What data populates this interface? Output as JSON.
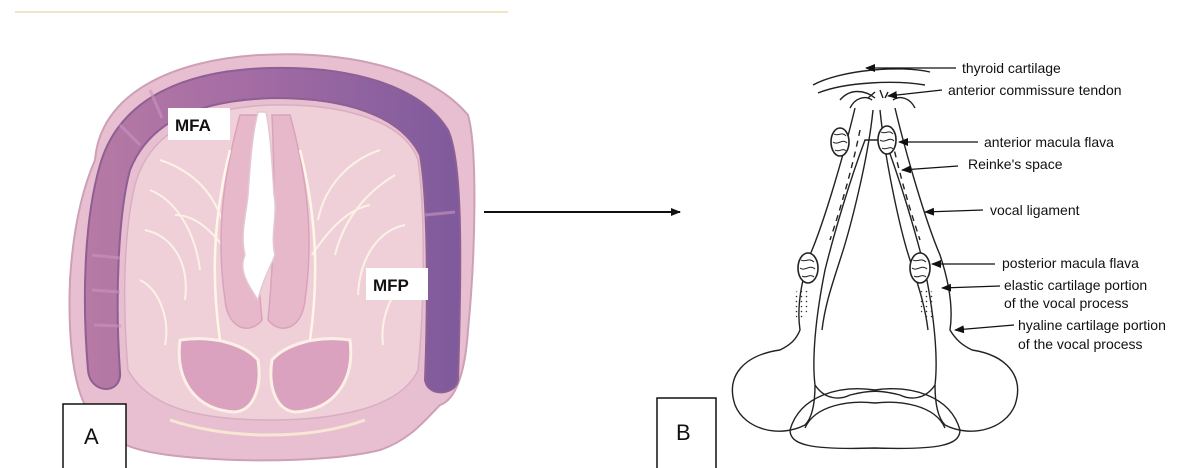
{
  "panel_a": {
    "letter": "A",
    "labels": {
      "mfa": "MFA",
      "mfp": "MFP"
    }
  },
  "panel_b": {
    "letter": "B",
    "labels": {
      "thyroid_cartilage": "thyroid cartilage",
      "anterior_commissure_tendon": "anterior commissure tendon",
      "anterior_macula_flava": "anterior macula flava",
      "reinkes_space": "Reinke's space",
      "vocal_ligament": "vocal ligament",
      "posterior_macula_flava": "posterior macula flava",
      "elastic_cartilage_line1": "elastic cartilage portion",
      "elastic_cartilage_line2": "of the vocal process",
      "hyaline_cartilage_line1": "hyaline cartilage portion",
      "hyaline_cartilage_line2": "of the vocal process"
    }
  }
}
